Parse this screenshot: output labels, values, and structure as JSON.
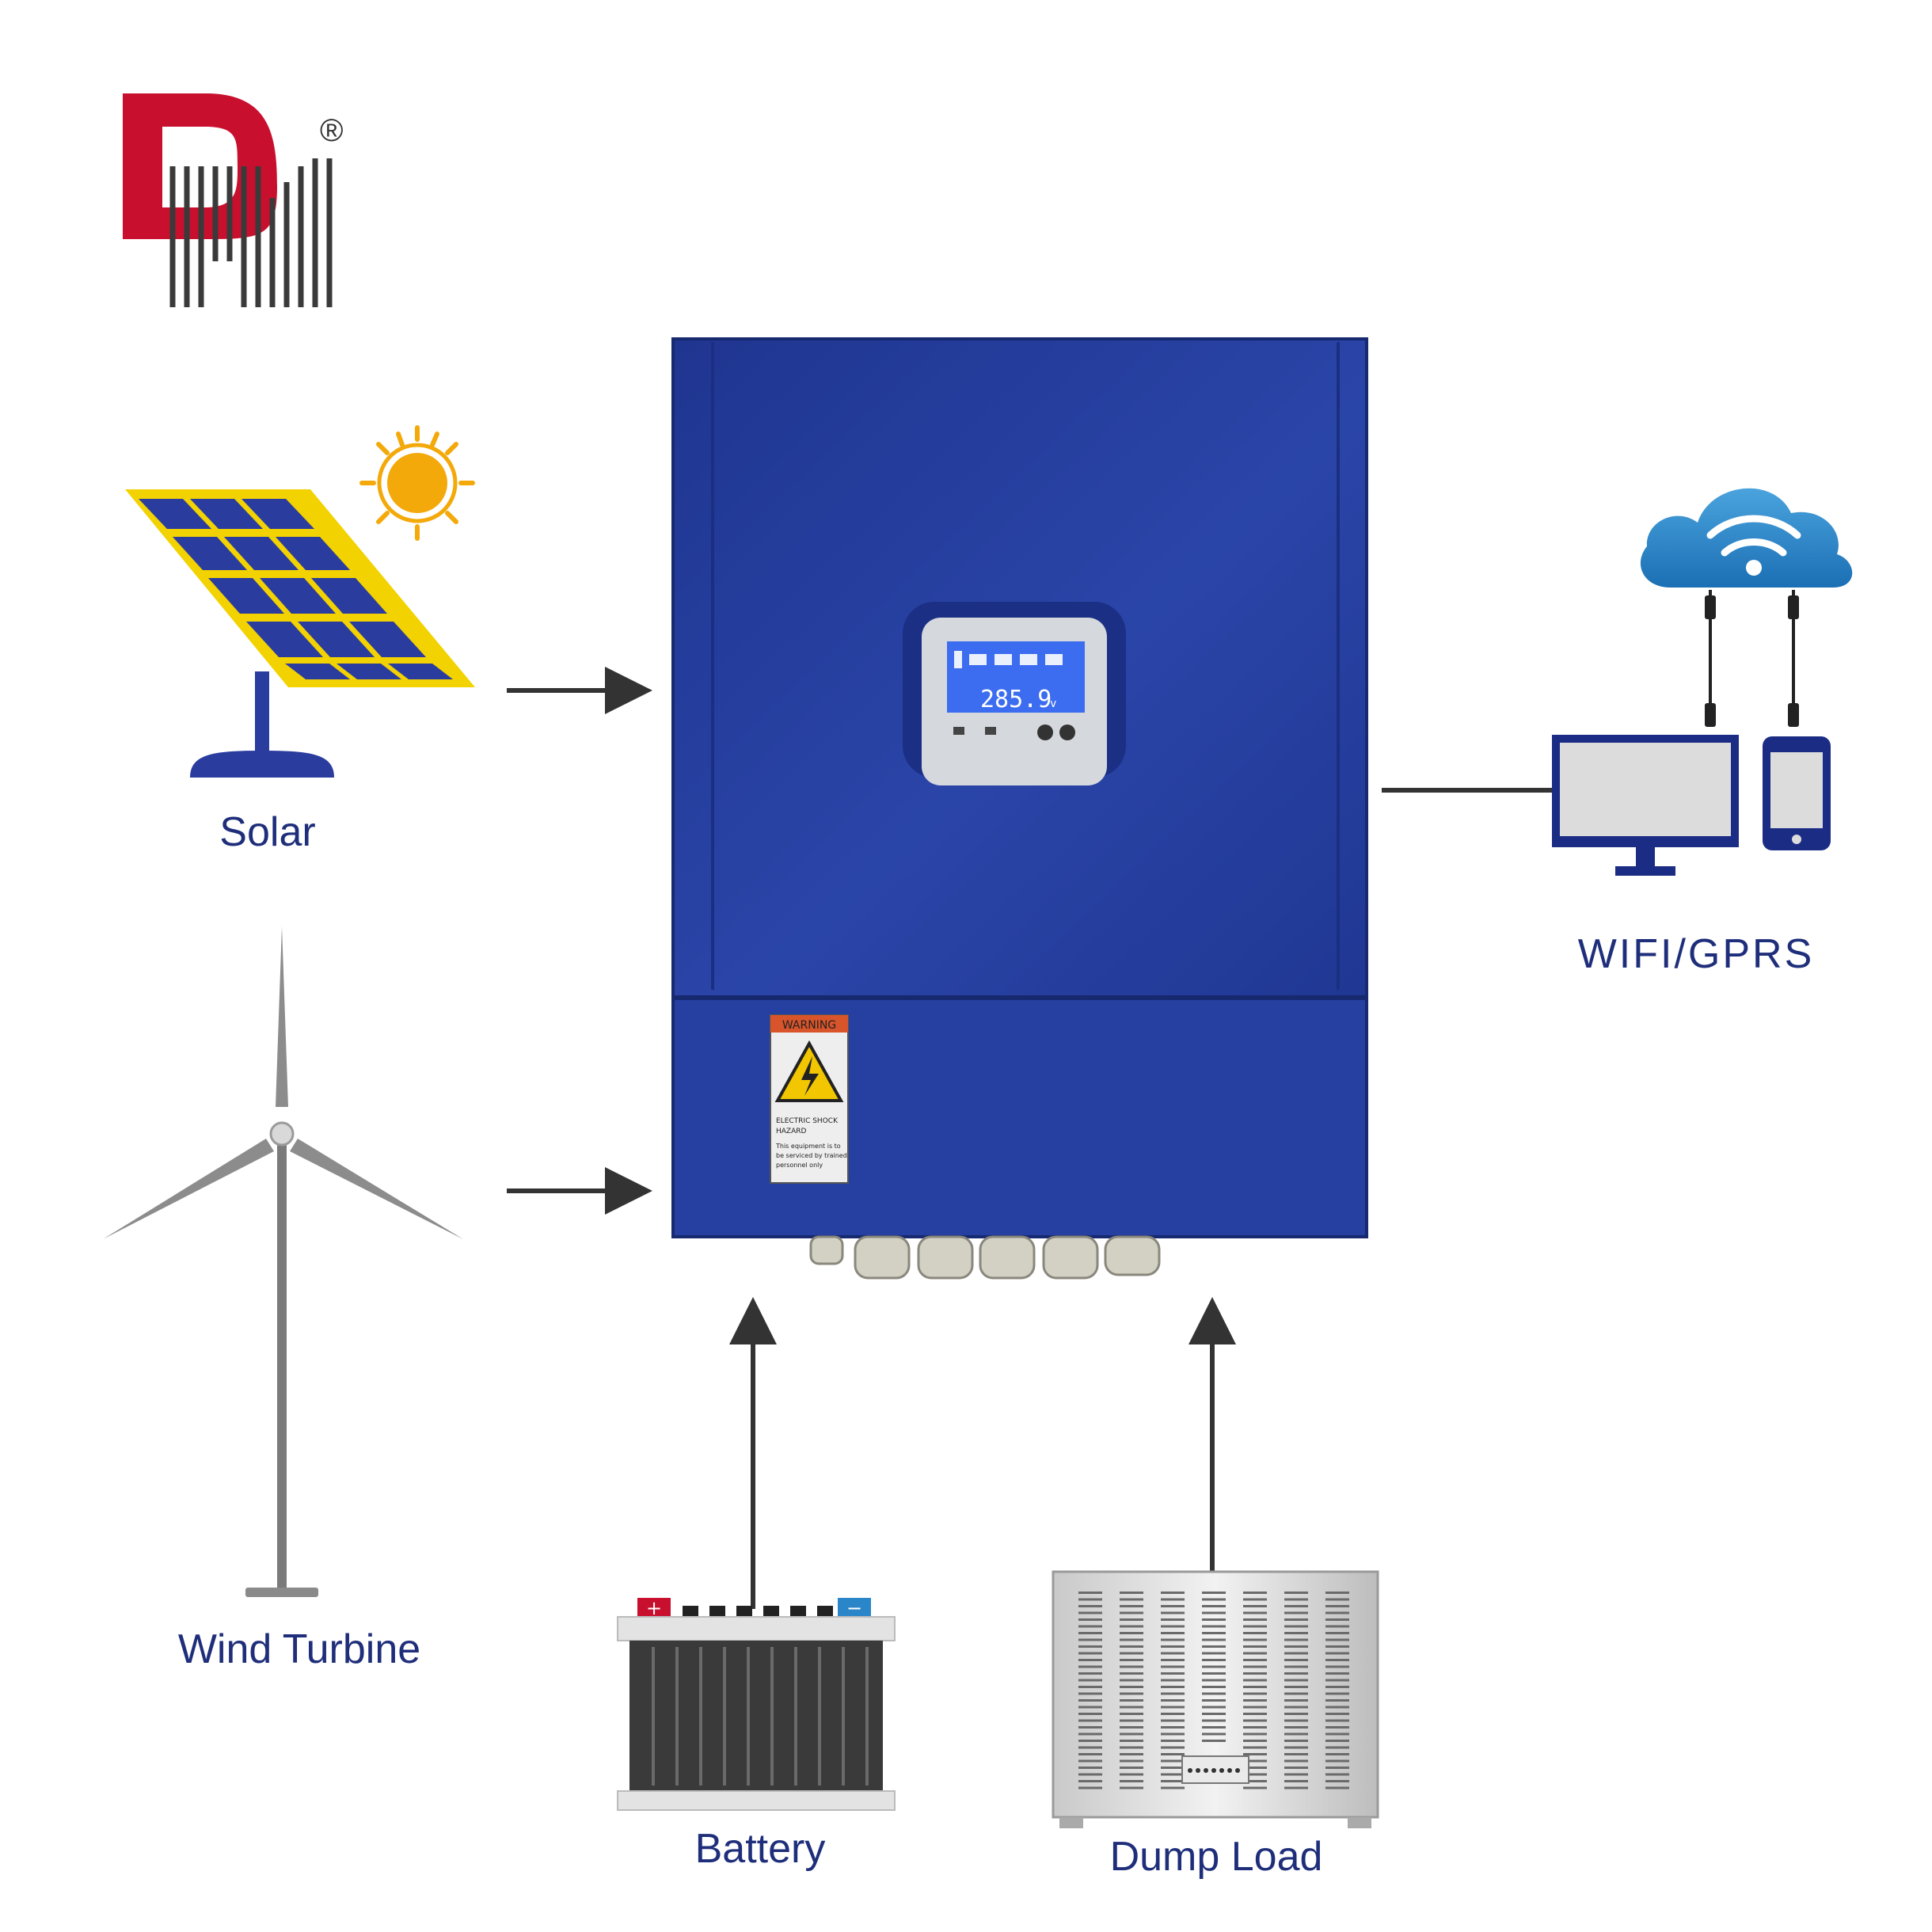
{
  "logo": {
    "registered_mark": "®"
  },
  "nodes": {
    "solar": {
      "label": "Solar"
    },
    "wind": {
      "label": "Wind Turbine"
    },
    "battery": {
      "label": "Battery",
      "plus": "+",
      "minus": "−"
    },
    "dump_load": {
      "label": "Dump Load"
    },
    "network": {
      "label": "WIFI/GPRS"
    }
  },
  "controller": {
    "lcd_reading": "285.9",
    "lcd_unit": "v",
    "warning_title": "WARNING",
    "warning_lines": [
      "ELECTRIC SHOCK",
      "HAZARD",
      "This equipment is to",
      "be serviced by trained",
      "personnel only"
    ]
  },
  "colors": {
    "enclosure_blue": "#233c9c",
    "label_navy": "#1f2e7a",
    "solar_cell_blue": "#2b3c9f",
    "solar_frame_yellow": "#f2d200",
    "sun_orange": "#f4a90a",
    "cloud_blue": "#2a86c8",
    "logo_red": "#c8102e",
    "arrow_gray": "#333333"
  }
}
